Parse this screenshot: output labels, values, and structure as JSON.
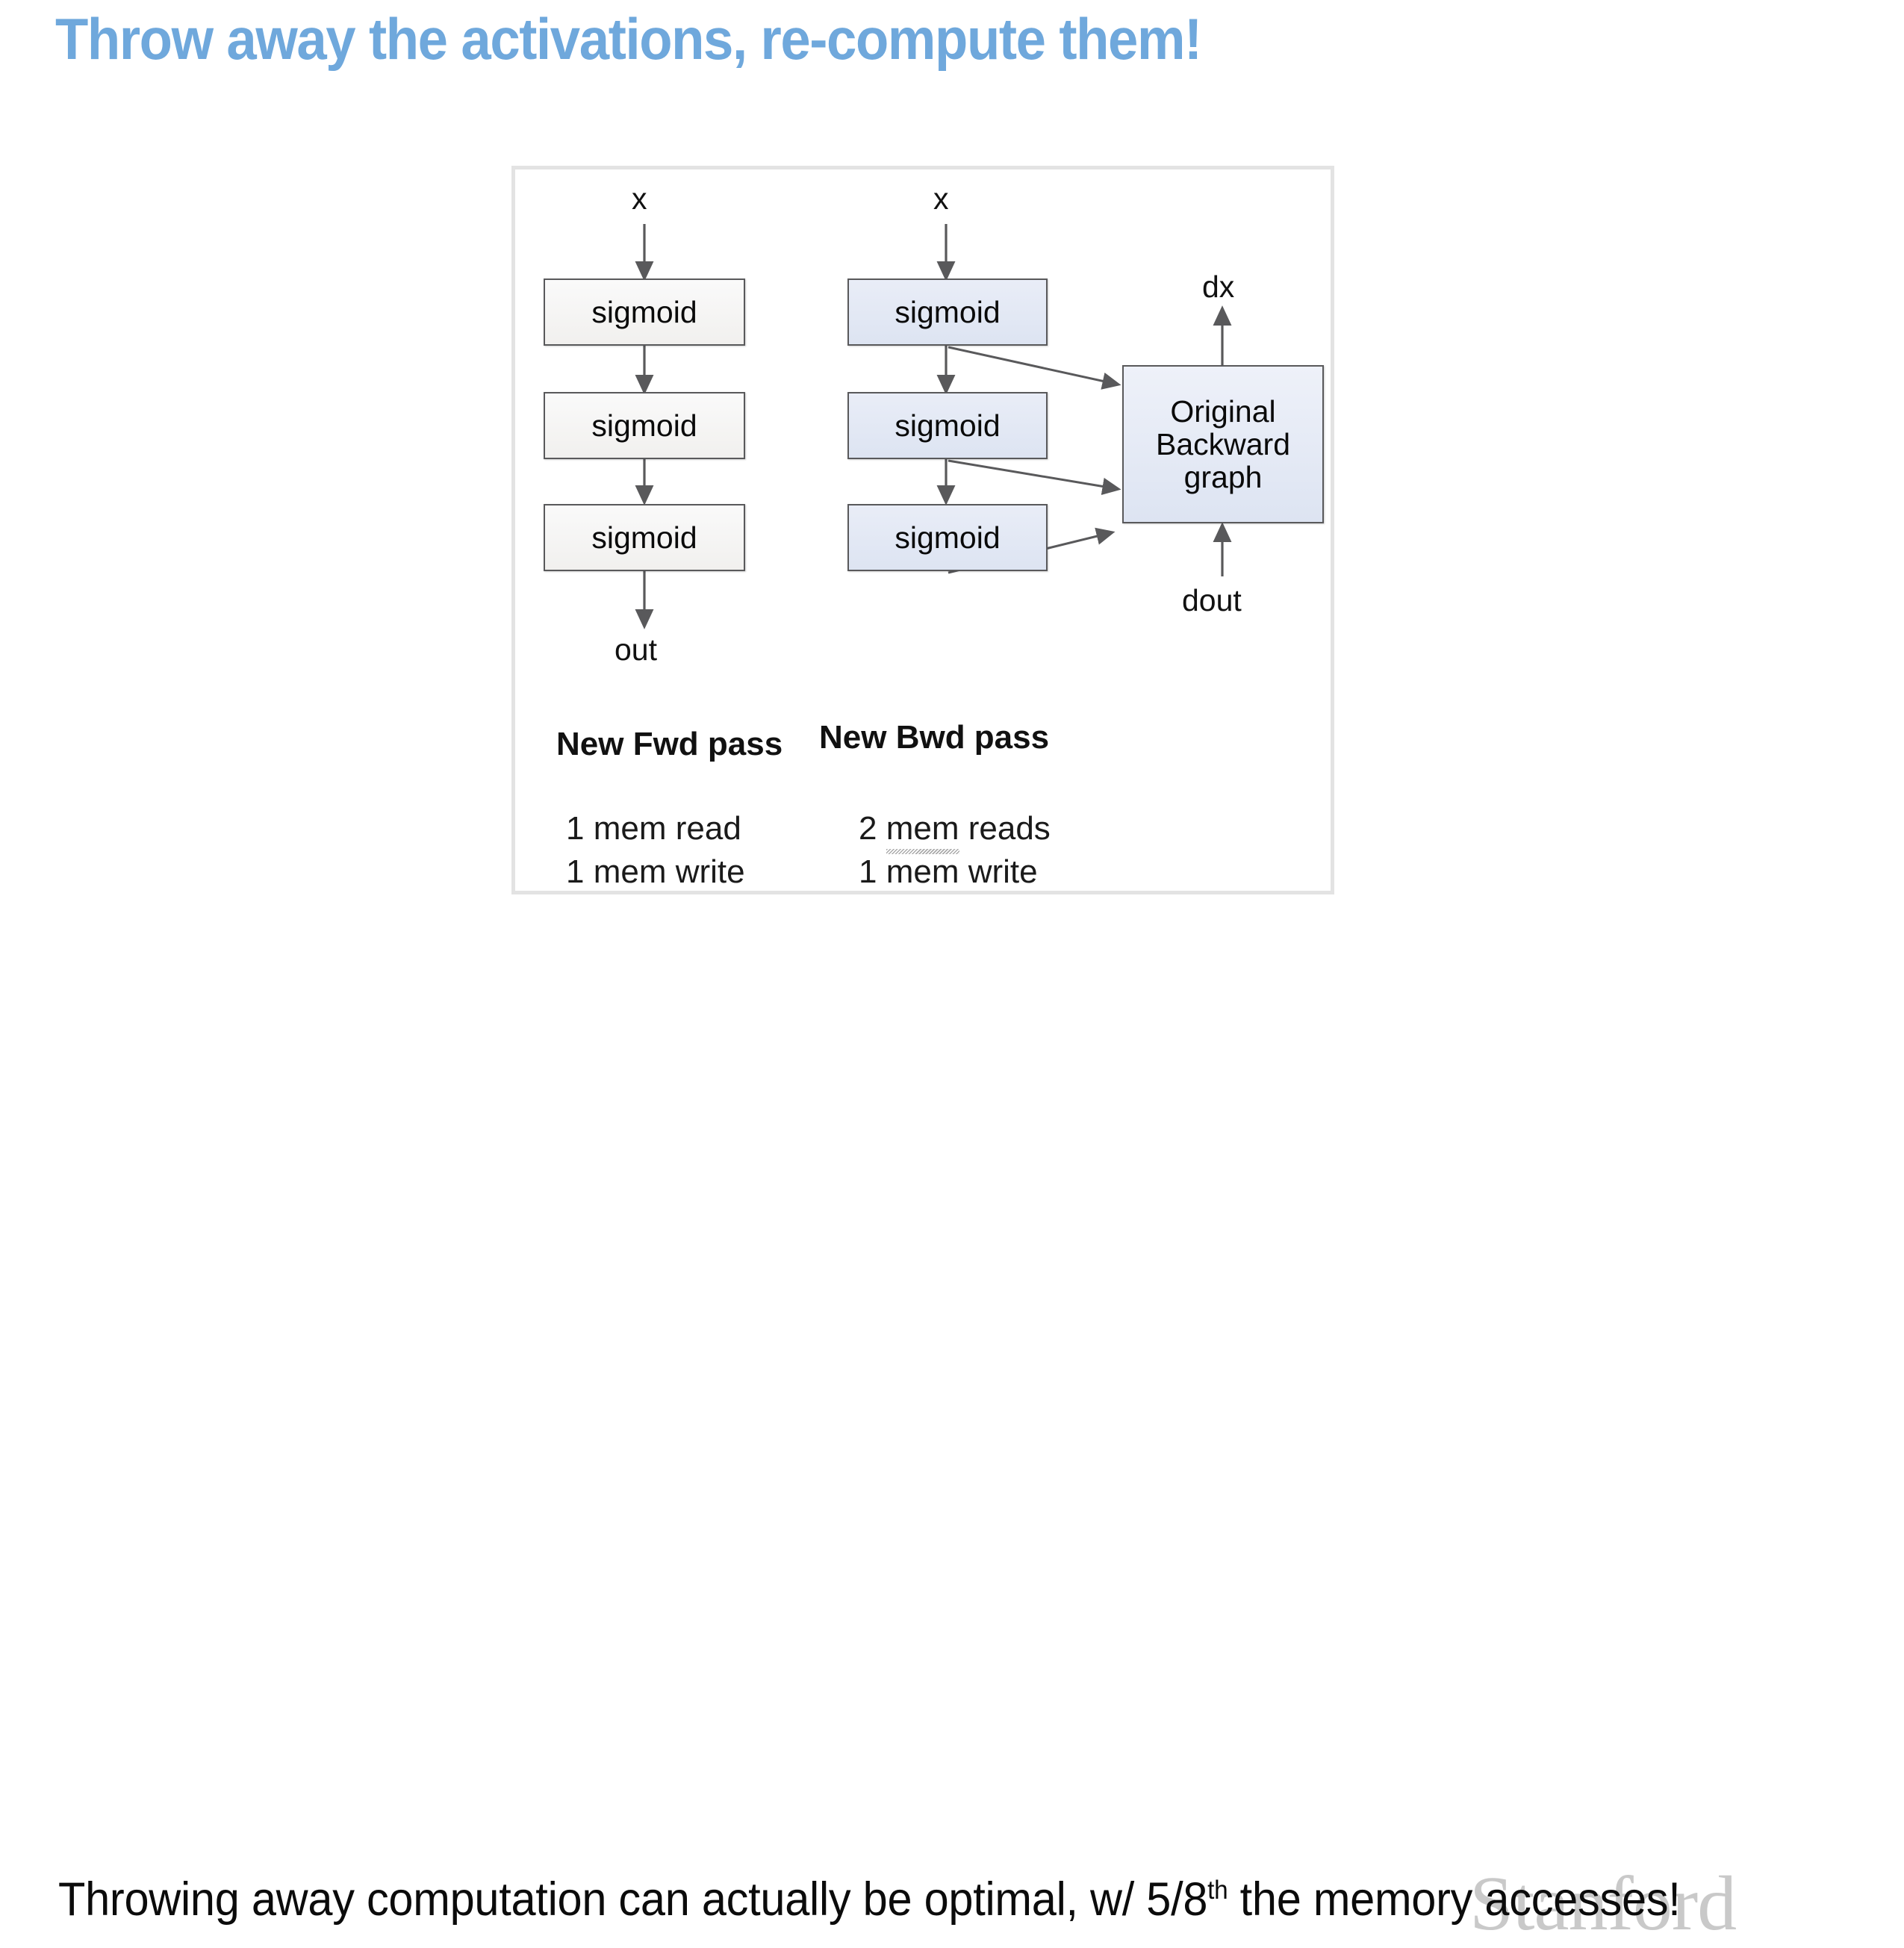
{
  "slide": {
    "title": "Throw away the activations, re-compute them!",
    "title_color": "#6FA8DC",
    "caption_prefix": "Throwing away computation can actually be optimal, w/ 5/8",
    "caption_superscript": "th",
    "caption_suffix": " the memory accesses!",
    "watermark": "Stanford",
    "watermark_color": "#c9c9c9"
  },
  "diagram": {
    "forward": {
      "input_label": "x",
      "output_label": "out",
      "heading": "New Fwd pass",
      "node_fill": "#f1f0ee",
      "nodes": [
        {
          "label": "sigmoid"
        },
        {
          "label": "sigmoid"
        },
        {
          "label": "sigmoid"
        }
      ],
      "stats": [
        {
          "count": "1",
          "unit": "mem",
          "action": " read",
          "squiggle": false
        },
        {
          "count": "1",
          "unit": "mem",
          "action": " write",
          "squiggle": false
        }
      ]
    },
    "backward": {
      "input_label": "x",
      "grad_out_label": "dx",
      "grad_in_label": "dout",
      "heading": "New Bwd pass",
      "node_fill": "#dde4f2",
      "nodes": [
        {
          "label": "sigmoid"
        },
        {
          "label": "sigmoid"
        },
        {
          "label": "sigmoid"
        }
      ],
      "graph_box": {
        "line1": "Original",
        "line2": "Backward",
        "line3": "graph"
      },
      "stats": [
        {
          "count": "2",
          "unit": "mem",
          "action": " reads",
          "squiggle": true
        },
        {
          "count": "1",
          "unit": "mem",
          "action": " write",
          "squiggle": false
        }
      ]
    }
  }
}
